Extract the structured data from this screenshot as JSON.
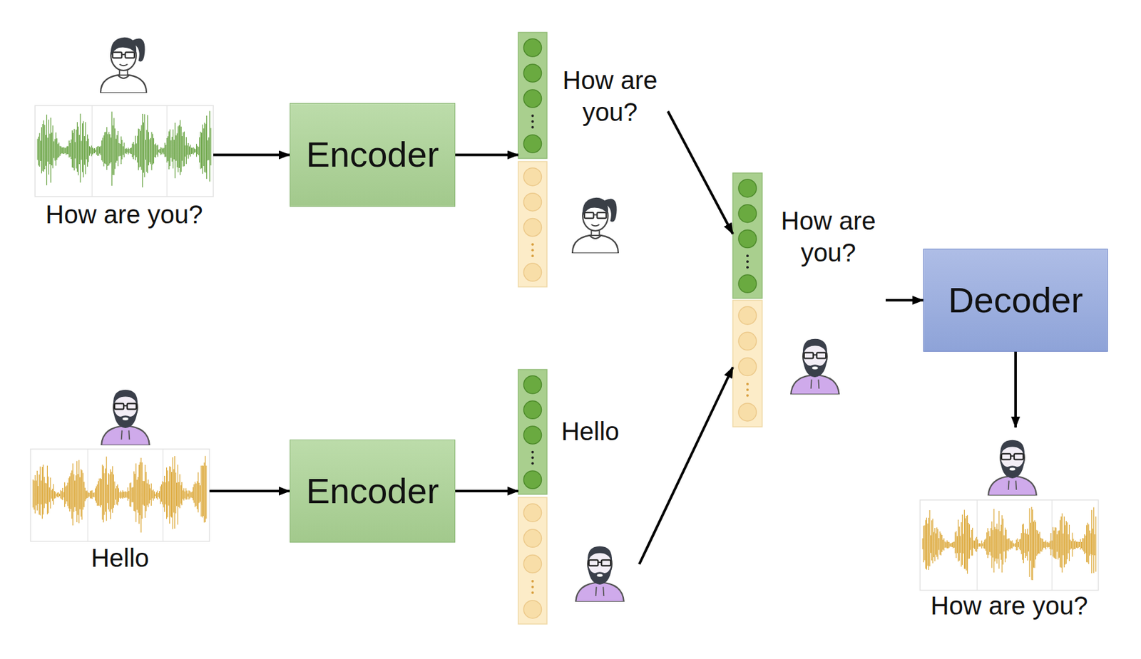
{
  "diagram": {
    "nodes": [
      {
        "text": [
          "How are you?"
        ]
      },
      {
        "text": [
          "Encoder"
        ]
      },
      {
        "text": [
          "How are you?"
        ]
      },
      {
        "text": [
          "Hello"
        ]
      },
      {
        "text": [
          "Encoder"
        ]
      },
      {
        "text": [
          "Hello"
        ]
      },
      {
        "text": [
          "How are you?"
        ]
      },
      {
        "text": [
          "Decoder"
        ]
      },
      {
        "text": [
          "How are you?"
        ]
      }
    ],
    "edges": [
      {
        "from": 0,
        "to": 1,
        "arrow": "to"
      },
      {
        "from": 1,
        "to": 2,
        "arrow": "to"
      },
      {
        "from": 3,
        "to": 4,
        "arrow": "to"
      },
      {
        "from": 4,
        "to": 5,
        "arrow": "to"
      },
      {
        "from": 2,
        "to": 6,
        "arrow": "to"
      },
      {
        "from": 5,
        "to": 6,
        "arrow": "to"
      },
      {
        "from": 6,
        "to": 7,
        "arrow": "to"
      },
      {
        "from": 7,
        "to": 8,
        "arrow": "to"
      }
    ]
  }
}
